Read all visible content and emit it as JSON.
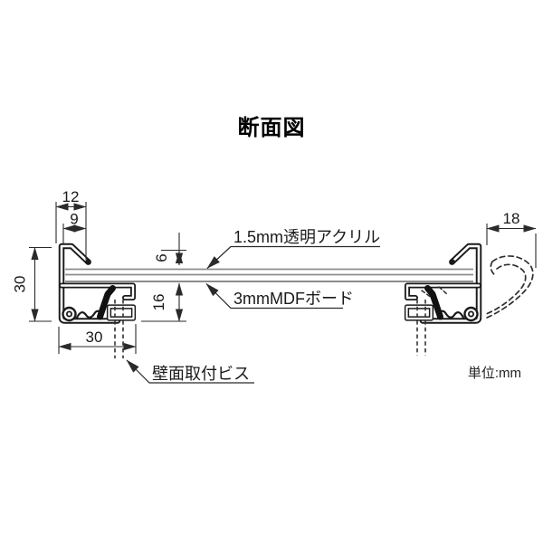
{
  "title": "断面図",
  "unit_label": "単位:mm",
  "labels": {
    "acrylic": "1.5mm透明アクリル",
    "mdf": "3mmMDFボード",
    "wall_screw": "壁面取付ビス"
  },
  "dimensions": {
    "top_outer_width": "12",
    "top_inner_width": "9",
    "left_height": "30",
    "front_depth": "6",
    "back_depth": "16",
    "bottom_width": "30",
    "right_open_clearance": "18"
  },
  "colors": {
    "profile_line": "#1c1a19",
    "panel_line": "#8c8c8c",
    "dimension_line": "#2a2a2a",
    "background": "#ffffff"
  }
}
